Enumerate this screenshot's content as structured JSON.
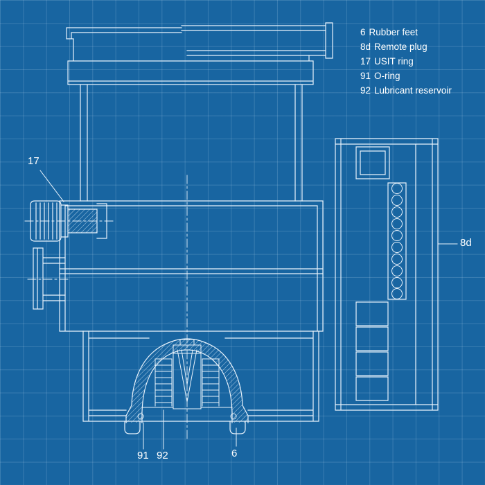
{
  "colors": {
    "background": "#1865a1",
    "grid_line": "#3f83ba",
    "drawing_line": "#e9f3fc",
    "text": "#ffffff"
  },
  "legend": {
    "items": [
      {
        "ref": "6",
        "label": "Rubber feet"
      },
      {
        "ref": "8d",
        "label": "Remote plug"
      },
      {
        "ref": "17",
        "label": "USIT ring"
      },
      {
        "ref": "91",
        "label": "O-ring"
      },
      {
        "ref": "92",
        "label": "Lubricant reservoir"
      }
    ]
  },
  "callouts": {
    "usit_ring": "17",
    "remote_plug": "8d",
    "o_ring": "91",
    "lubricant_reservoir": "92",
    "rubber_feet": "6"
  }
}
